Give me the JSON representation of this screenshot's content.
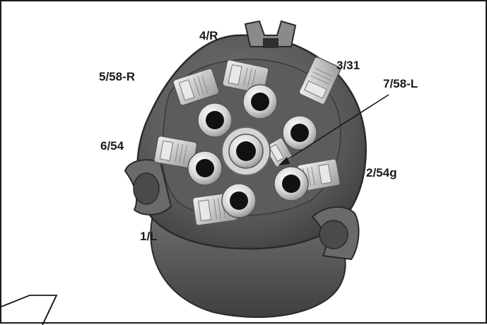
{
  "pins": [
    {
      "id": "pin-4",
      "label": "4/R"
    },
    {
      "id": "pin-3",
      "label": "3/31"
    },
    {
      "id": "pin-5",
      "label": "5/58-R"
    },
    {
      "id": "pin-7",
      "label": "7/58-L"
    },
    {
      "id": "pin-6",
      "label": "6/54"
    },
    {
      "id": "pin-2",
      "label": "2/54g"
    },
    {
      "id": "pin-1",
      "label": "1/L"
    }
  ]
}
